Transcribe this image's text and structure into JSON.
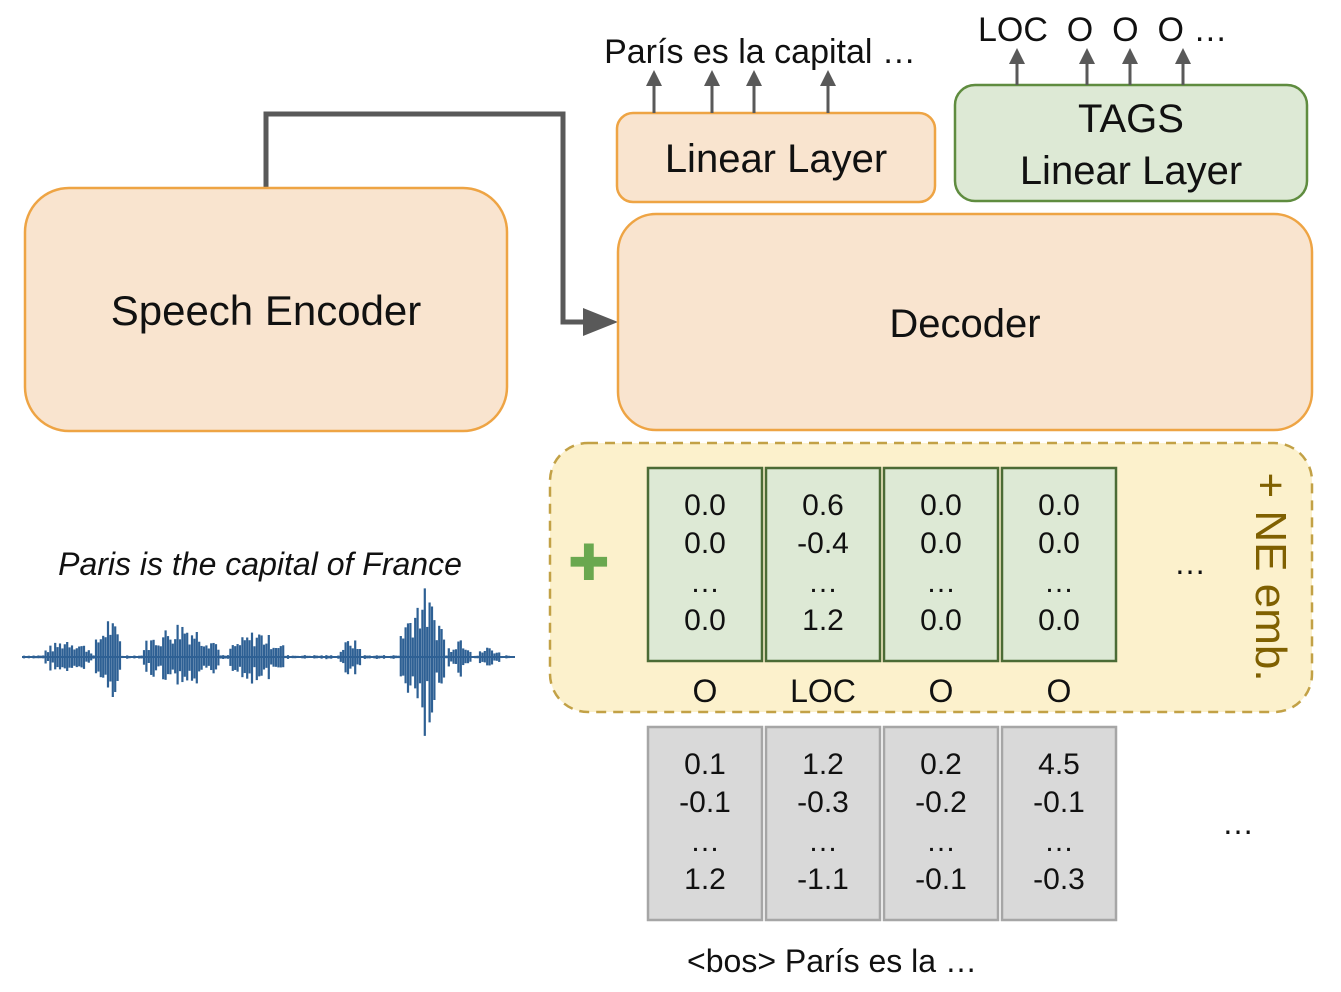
{
  "encoder": {
    "label": "Speech Encoder"
  },
  "decoder": {
    "label": "Decoder"
  },
  "linear_layer": {
    "label": "Linear Layer",
    "output_text": "París es la capital …"
  },
  "tags_layer": {
    "line1": "TAGS",
    "line2": "Linear Layer",
    "output_text": "LOC  O  O  O …"
  },
  "audio": {
    "caption": "Paris is the capital of France"
  },
  "ne_panel": {
    "label": "+ NE emb.",
    "plus_symbol": "✚",
    "ellipsis": "…",
    "columns": [
      {
        "values": [
          "0.0",
          "0.0",
          "…",
          "0.0"
        ],
        "tag": "O"
      },
      {
        "values": [
          "0.6",
          "-0.4",
          "…",
          "1.2"
        ],
        "tag": "LOC"
      },
      {
        "values": [
          "0.0",
          "0.0",
          "…",
          "0.0"
        ],
        "tag": "O"
      },
      {
        "values": [
          "0.0",
          "0.0",
          "…",
          "0.0"
        ],
        "tag": "O"
      }
    ]
  },
  "token_embeddings": {
    "ellipsis": "…",
    "columns": [
      {
        "values": [
          "0.1",
          "-0.1",
          "…",
          "1.2"
        ]
      },
      {
        "values": [
          "1.2",
          "-0.3",
          "…",
          "-1.1"
        ]
      },
      {
        "values": [
          "0.2",
          "-0.2",
          "…",
          "-0.1"
        ]
      },
      {
        "values": [
          "4.5",
          "-0.1",
          "…",
          "-0.3"
        ]
      }
    ]
  },
  "input_caption": "<bos> París es la …",
  "colors": {
    "orange_fill": "#f9e4cf",
    "orange_stroke": "#eea444",
    "green_fill": "#dde9d5",
    "green_stroke": "#5f8c3f",
    "yellow_fill": "#fcf1cc",
    "yellow_stroke": "#c2a146",
    "gray_fill": "#d9d9d9",
    "gray_stroke": "#a6a6a6",
    "arrow": "#595959",
    "waveform": "#2e6094",
    "ne_label": "#7f6000",
    "ne_plus": "#6aa84f"
  }
}
